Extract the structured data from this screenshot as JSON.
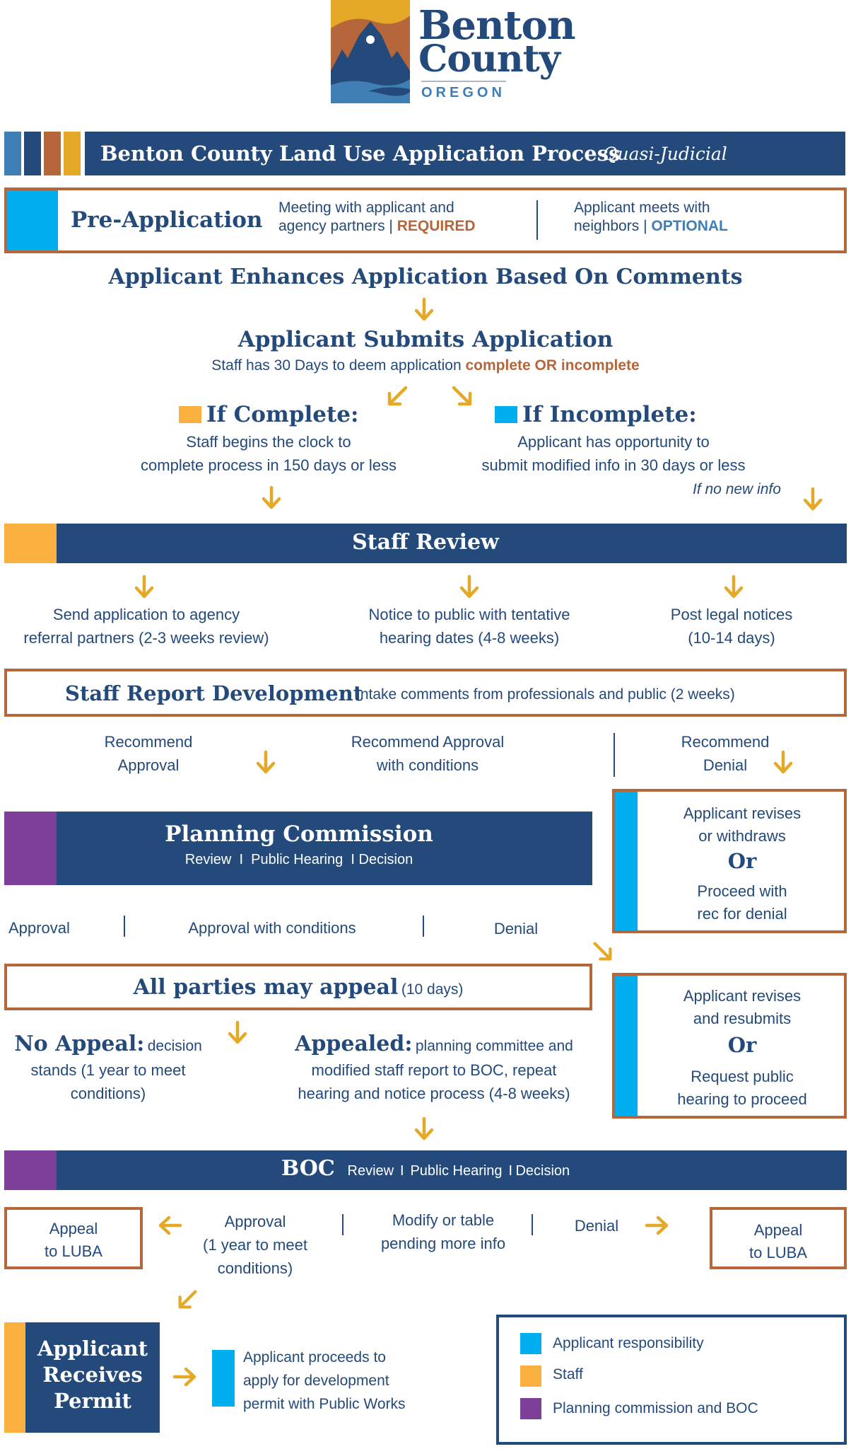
{
  "logo": {
    "line1": "Benton",
    "line2": "County",
    "line3": "OREGON"
  },
  "colors": {
    "navy": "#234a7b",
    "applicant": "#00aeef",
    "staff": "#fbb040",
    "commission": "#7d3f98",
    "orange": "#b5663a",
    "arrow": "#e4a927"
  },
  "header": {
    "title": "Benton County Land Use Application Process",
    "subtitle": "Quasi-Judicial"
  },
  "pre_app": {
    "title": "Pre-Application",
    "meeting_line1": "Meeting with applicant and",
    "meeting_line2": "agency partners |",
    "meeting_tag": "REQUIRED",
    "neighbors_line1": "Applicant meets with",
    "neighbors_line2": "neighbors |",
    "neighbors_tag": "OPTIONAL"
  },
  "enhance": {
    "title": "Applicant Enhances Application Based On Comments"
  },
  "submit": {
    "title": "Applicant Submits Application",
    "text": "Staff has 30 Days to deem application",
    "highlight": "complete OR incomplete"
  },
  "complete": {
    "title": "If Complete:",
    "line1": "Staff begins the clock to",
    "line2": "complete process in 150 days or less"
  },
  "incomplete": {
    "title": "If Incomplete:",
    "line1": "Applicant has opportunity to",
    "line2": "submit modified info in 30 days or less",
    "no_info": "If no new info"
  },
  "staff_review": {
    "title": "Staff Review"
  },
  "review_items": [
    {
      "line1": "Send application to agency",
      "line2": "referral partners (2-3 weeks review)"
    },
    {
      "line1": "Notice to public with tentative",
      "line2": "hearing dates (4-8 weeks)"
    },
    {
      "line1": "Post legal notices",
      "line2": "(10-14 days)"
    }
  ],
  "report": {
    "title": "Staff Report Development",
    "text": "Intake comments from professionals and public (2 weeks)"
  },
  "recommend": {
    "approval_l1": "Recommend",
    "approval_l2": "Approval",
    "conditions_l1": "Recommend Approval",
    "conditions_l2": "with conditions",
    "denial_l1": "Recommend",
    "denial_l2": "Denial"
  },
  "commission": {
    "title": "Planning Commission",
    "sub1": "Review",
    "sub2": "Public Hearing",
    "sub3": "Decision"
  },
  "side1": {
    "l1": "Applicant revises",
    "l2": "or withdraws",
    "or": "Or",
    "l3": "Proceed with",
    "l4": "rec for denial"
  },
  "pc_outcomes": {
    "approval": "Approval",
    "conditions": "Approval with conditions",
    "denial": "Denial"
  },
  "appeal": {
    "title": "All parties may appeal",
    "days": "(10 days)"
  },
  "side2": {
    "l1": "Applicant revises",
    "l2": "and resubmits",
    "or": "Or",
    "l3": "Request public",
    "l4": "hearing to proceed"
  },
  "no_appeal": {
    "title": "No Appeal:",
    "l1": "decision",
    "l2": "stands (1 year to meet",
    "l3": "conditions)"
  },
  "appealed": {
    "title": "Appealed:",
    "l1": "planning committee and",
    "l2": "modified staff report to BOC, repeat",
    "l3": "hearing and notice process (4-8 weeks)"
  },
  "boc": {
    "title": "BOC",
    "sub1": "Review",
    "sub2": "Public Hearing",
    "sub3": "Decision"
  },
  "boc_outcomes": {
    "approval_l1": "Approval",
    "approval_l2": "(1 year to meet",
    "approval_l3": "conditions)",
    "modify_l1": "Modify or table",
    "modify_l2": "pending more info",
    "denial": "Denial"
  },
  "luba_left": {
    "l1": "Appeal",
    "l2": "to LUBA"
  },
  "luba_right": {
    "l1": "Appeal",
    "l2": "to LUBA"
  },
  "permit": {
    "l1": "Applicant",
    "l2": "Receives",
    "l3": "Permit"
  },
  "proceeds": {
    "l1": "Applicant proceeds to",
    "l2": "apply for development",
    "l3": "permit with Public Works"
  },
  "legend": [
    {
      "label": "Applicant responsibility"
    },
    {
      "label": "Staff"
    },
    {
      "label": "Planning commission and BOC"
    }
  ]
}
